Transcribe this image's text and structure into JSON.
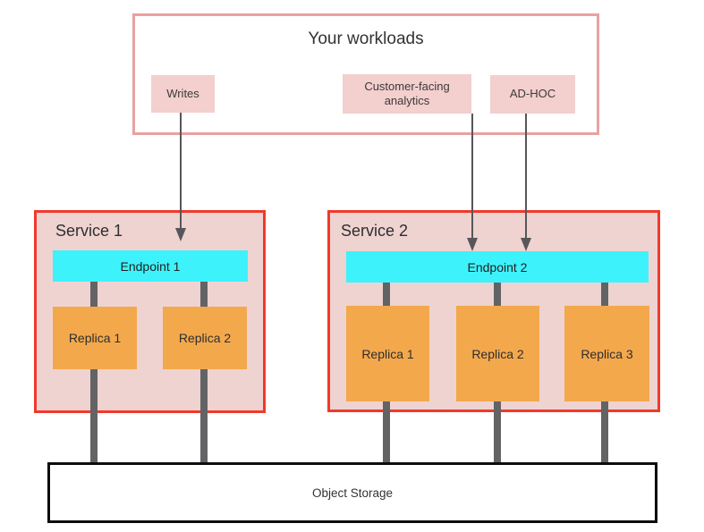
{
  "workloads": {
    "title": "Your workloads",
    "items": [
      {
        "label": "Writes"
      },
      {
        "label": "Customer-facing analytics"
      },
      {
        "label": "AD-HOC"
      }
    ]
  },
  "services": [
    {
      "name": "Service 1",
      "endpoint": "Endpoint 1",
      "replicas": [
        "Replica 1",
        "Replica 2"
      ]
    },
    {
      "name": "Service 2",
      "endpoint": "Endpoint 2",
      "replicas": [
        "Replica 1",
        "Replica 2",
        "Replica 3"
      ]
    }
  ],
  "storage": {
    "label": "Object Storage"
  },
  "colors": {
    "workloads_border": "#e9a1a1",
    "workload_item_fill": "#f3cfcd",
    "service_border": "#f1392a",
    "service_fill": "#eed3d1",
    "endpoint_fill": "#3ef2fb",
    "replica_fill": "#f4a84c",
    "connector_gray": "#636365",
    "arrow_gray": "#57575a",
    "storage_border": "#0d0d0d",
    "text": "#333333"
  }
}
